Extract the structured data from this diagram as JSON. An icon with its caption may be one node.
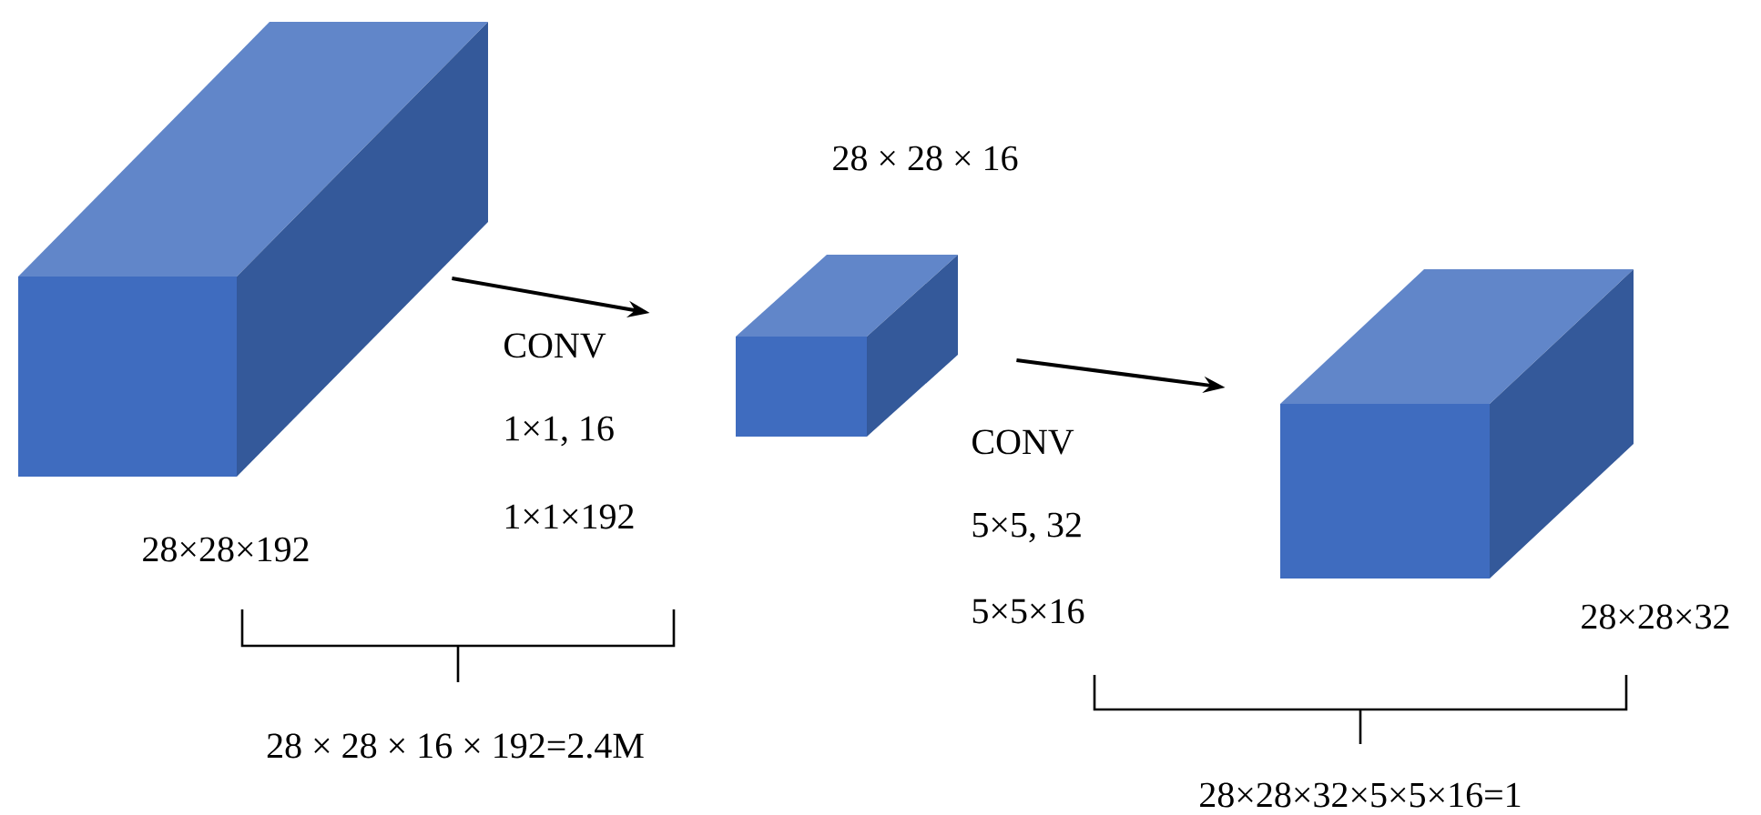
{
  "diagram": {
    "nodes": [
      {
        "text": [],
        "shape": "box",
        "beside": [
          "28×28×192"
        ]
      },
      {
        "text": [],
        "shape": "box",
        "beside": [
          "28 × 28 × 16"
        ]
      },
      {
        "text": [],
        "shape": "box",
        "beside": [
          "28×28×32"
        ]
      }
    ],
    "edges": [
      {
        "from": 0,
        "to": 1,
        "arrow": "to"
      },
      {
        "from": 1,
        "to": 2,
        "arrow": "to"
      }
    ],
    "labels": [
      "CONV",
      "1×1, 16",
      "1×1×192",
      "28 × 28 × 16 × 192=2.4M",
      "CONV",
      "5×5, 32",
      "5×5×16",
      "28×28×32×5×5×16=1"
    ]
  }
}
